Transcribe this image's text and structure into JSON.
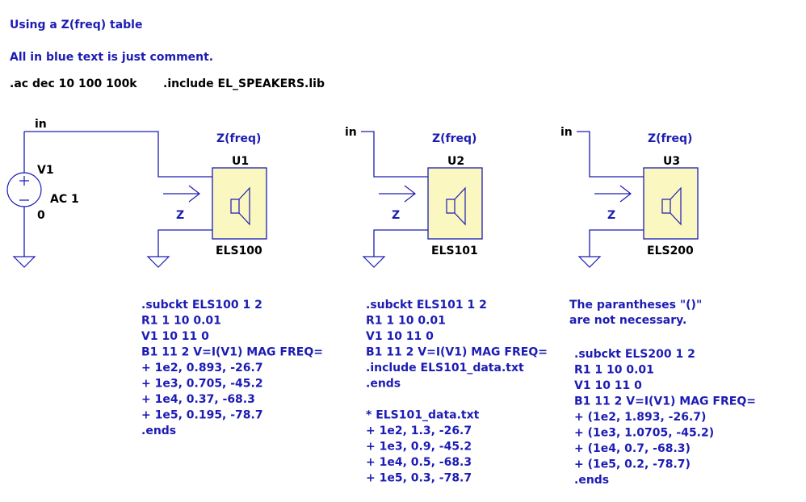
{
  "comments": {
    "title": "Using a Z(freq) table",
    "note": "All in blue text is just comment.",
    "paren_note_1": "The parantheses \"()\"",
    "paren_note_2": "are not necessary."
  },
  "directives": {
    "ac": ".ac dec 10 100 100k",
    "include": ".include EL_SPEAKERS.lib"
  },
  "source": {
    "net_in": "in",
    "name": "V1",
    "value": "AC 1",
    "net_gnd": "0"
  },
  "components": [
    {
      "net": "in",
      "label": "Z(freq)",
      "ref": "U1",
      "model": "ELS100",
      "arrow_label": "Z"
    },
    {
      "net": "in",
      "label": "Z(freq)",
      "ref": "U2",
      "model": "ELS101",
      "arrow_label": "Z"
    },
    {
      "net": "in",
      "label": "Z(freq)",
      "ref": "U3",
      "model": "ELS200",
      "arrow_label": "Z"
    }
  ],
  "netlists": [
    [
      ".subckt ELS100 1 2",
      "R1 1 10  0.01",
      "V1 10 11 0",
      "B1 11 2 V=I(V1)  MAG FREQ=",
      "+ 1e2, 0.893, -26.7",
      "+ 1e3, 0.705, -45.2",
      "+ 1e4, 0.37, -68.3",
      "+ 1e5, 0.195, -78.7",
      ".ends"
    ],
    [
      ".subckt ELS101 1 2",
      "R1 1 10  0.01",
      "V1 10 11 0",
      "B1 11 2 V=I(V1)  MAG FREQ=",
      ".include ELS101_data.txt",
      ".ends",
      "",
      "* ELS101_data.txt",
      "+ 1e2, 1.3, -26.7",
      "+ 1e3, 0.9, -45.2",
      "+ 1e4, 0.5, -68.3",
      "+ 1e5, 0.3, -78.7"
    ],
    [
      ".subckt ELS200 1 2",
      "R1 1 10  0.01",
      "V1 10 11 0",
      "B1 11 2 V=I(V1)  MAG FREQ=",
      "+ (1e2, 1.893, -26.7)",
      "+ (1e3, 1.0705, -45.2)",
      "+ (1e4, 0.7, -68.3)",
      "+ (1e5, 0.2, -78.7)",
      ".ends"
    ]
  ]
}
